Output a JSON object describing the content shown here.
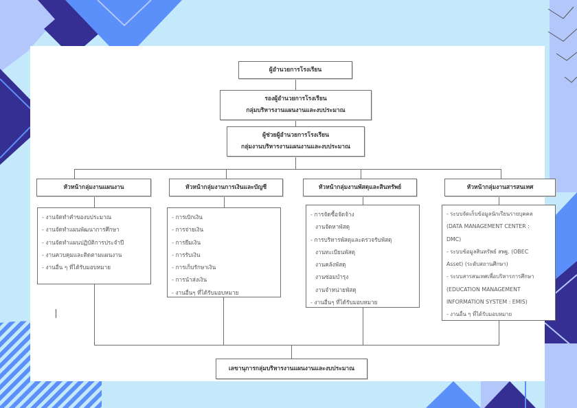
{
  "colors": {
    "background": "#c4e9fb",
    "navy": "#362f93",
    "blue": "#5b8ff9",
    "lavender": "#b3c7fb",
    "line": "#6e6e6e"
  },
  "org_chart": {
    "director": "ผู้อำนวยการโรงเรียน",
    "deputy": {
      "line1": "รองผู้อำนวยการโรงเรียน",
      "line2": "กลุ่มบริหารงานแผนงานและงบประมาณ"
    },
    "assistant": {
      "line1": "ผู้ช่วยผู้อำนวยการโรงเรียน",
      "line2": "กลุ่มงานบริหารงานแผนงานและงบประมาณ"
    },
    "groups": [
      {
        "title": "หัวหน้ากลุ่มงานแผนงาน",
        "items": [
          "- งานจัดทำคำของบประมาณ",
          "- งานจัดทำแผนพัฒนาการศึกษา",
          "- งานจัดทำแผนปฏิบัติการประจำปี",
          "- งานควบคุมและติดตามแผนงาน",
          "- งานอื่น ๆ ที่ได้รับมอบหมาย"
        ]
      },
      {
        "title": "หัวหน้ากลุ่มงานการเงินและบัญชี",
        "items": [
          "- การเบิกเงิน",
          "- การจ่ายเงิน",
          "- การยืมเงิน",
          "- การรับเงิน",
          "- การเก็บรักษาเงิน",
          "- การนำส่งเงิน",
          "- งานอื่นๆ ที่ได้รับมอบหมาย"
        ]
      },
      {
        "title": "หัวหน้ากลุ่มงานพัสดุและสินทรัพย์",
        "items": [
          "- การจัดซื้อจัดจ้าง",
          "  งานจัดหาพัสดุ",
          "- การบริหารพัสดุและตรวจรับพัสดุ",
          "  งานทะเบียนพัสดุ",
          "  งานคลังพัสดุ",
          "  งานซ่อมบำรุง",
          "  งานจำหน่ายพัสดุ",
          "- งานอื่นๆ ที่ได้รับมอบหมาย"
        ]
      },
      {
        "title": "หัวหน้ากลุ่มงานสารสนเทศ",
        "items": [
          "- ระบบจัดเก็บข้อมูลนักเรียนรายบุคคล",
          "(DATA MANAGEMENT CENTER :",
          "DMC)",
          "- ระบบข้อมูลสินทรัพย์ สพฐ. (OBEC",
          "Asset) (ระดับสถานศึกษา)",
          "- ระบบสารสนเทศเพื่อบริหารการศึกษา",
          "(EDUCATION MANAGEMENT",
          "INFORMATION SYSTEM : EMIS)",
          "- งานอื่น ๆ ที่ได้รับมอบหมาย"
        ]
      }
    ],
    "secretary": "เลขานุการกลุ่มบริหารงานแผนงานและงบประมาณ"
  }
}
